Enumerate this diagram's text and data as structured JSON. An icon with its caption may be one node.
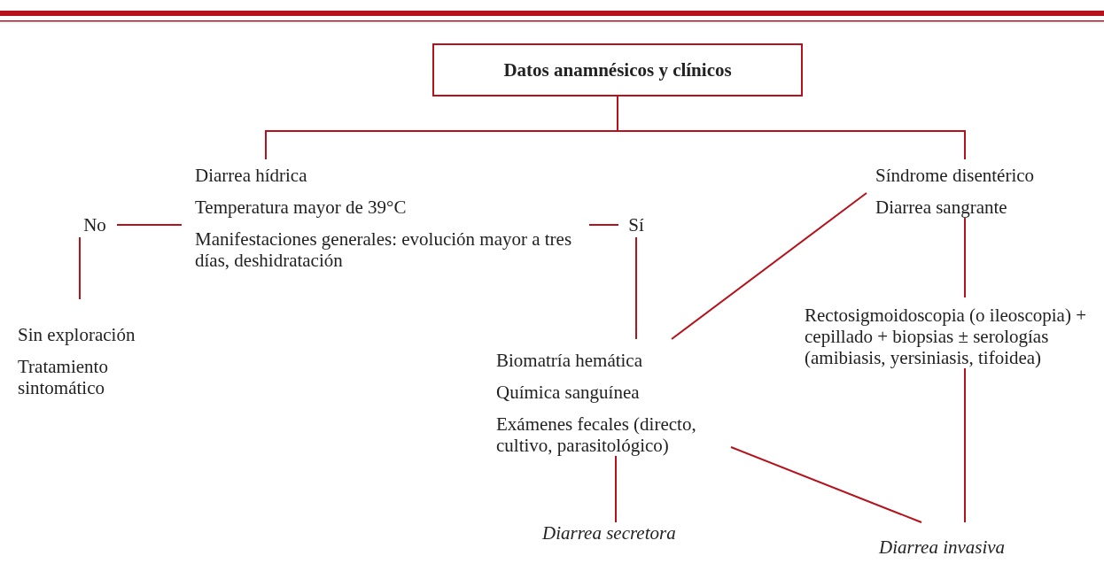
{
  "diagram": {
    "nodes": [
      {
        "text": [
          "Datos anamnésicos y clínicos"
        ]
      },
      {
        "text": [
          "Diarrea hídrica",
          "Temperatura mayor de 39°C",
          "Manifestaciones generales: evolución mayor a tres días, deshidratación"
        ]
      },
      {
        "text": [
          "Síndrome disentérico",
          "Diarrea sangrante"
        ]
      },
      {
        "text": [
          "No"
        ]
      },
      {
        "text": [
          "Sí"
        ]
      },
      {
        "text": [
          "Sin exploración",
          "Tratamiento sintomático"
        ]
      },
      {
        "text": [
          "Biomatría hemática",
          "Química sanguínea",
          "Exámenes fecales (directo, cultivo, parasitológico)"
        ]
      },
      {
        "text": [
          "Rectosigmoidoscopia (o ileoscopia) + cepillado + biopsias ± serologías (amibiasis, yersiniasis, tifoidea)"
        ]
      },
      {
        "text": [
          "Diarrea secretora"
        ]
      },
      {
        "text": [
          "Diarrea invasiva"
        ]
      }
    ],
    "edges": [
      {
        "from": 0,
        "to": 1,
        "arrow": "none"
      },
      {
        "from": 0,
        "to": 2,
        "arrow": "none"
      },
      {
        "from": 1,
        "to": 3,
        "arrow": "none"
      },
      {
        "from": 1,
        "to": 4,
        "arrow": "none"
      },
      {
        "from": 3,
        "to": 5,
        "arrow": "none"
      },
      {
        "from": 4,
        "to": 6,
        "arrow": "none"
      },
      {
        "from": 2,
        "to": 6,
        "arrow": "none"
      },
      {
        "from": 2,
        "to": 7,
        "arrow": "none"
      },
      {
        "from": 6,
        "to": 8,
        "arrow": "none"
      },
      {
        "from": 6,
        "to": 9,
        "arrow": "none"
      },
      {
        "from": 7,
        "to": 9,
        "arrow": "none"
      }
    ]
  }
}
